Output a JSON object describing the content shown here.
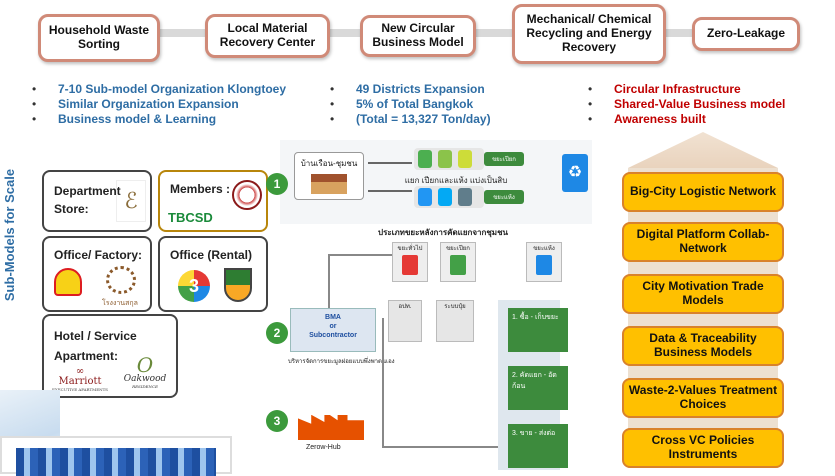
{
  "steps": [
    "Household Waste Sorting",
    "Local Material Recovery Center",
    "New Circular Business Model",
    "Mechanical/ Chemical Recycling and Energy Recovery",
    "Zero-Leakage"
  ],
  "bullets_left": [
    "7-10 Sub-model Organization  Klongtoey",
    "Similar Organization Expansion",
    "Business model & Learning"
  ],
  "bullets_mid": [
    "49 Districts Expansion",
    "5% of Total Bangkok",
    "(Total = 13,327 Ton/day)"
  ],
  "bullets_right": [
    "Circular Infrastructure",
    "Shared-Value Business model",
    "Awareness built"
  ],
  "side_label": "Sub-Models for Scale",
  "models": {
    "department": "Department Store:",
    "members": "Members :",
    "tbcsd": "TBCSD",
    "office_factory": "Office/ Factory:",
    "office_rental": "Office (Rental)",
    "hotel": "Hotel / Service Apartment:",
    "marriott": "Marriott",
    "marriott_sub": "EXECUTIVE APARTMENTS",
    "oakwood": "Oakwood",
    "oakwood_sub": "RESIDENCE",
    "factory_caption": "โรงงานสกุล"
  },
  "flow": {
    "house_label": "บ้านเรือน-ชุมชน",
    "sort_label": "แยก เปียกและแห้ง แบ่งเป็นสิบ",
    "wet_tag": "ขยะเปียก",
    "dry_tag": "ขยะแห้ง",
    "num1": "1",
    "num2": "2",
    "num3": "3",
    "separate_header": "ประเภทขยะหลังการคัดแยกจากชุมชน",
    "bin_labels": [
      "ขยะทั่วไป",
      "ขยะเปียก",
      "ขยะแห้ง"
    ],
    "small_labels": [
      "อปท.",
      "ระบบปุ๋ย"
    ],
    "bma": "BMA",
    "or": "or",
    "subcontractor": "Subcontractor",
    "bma_caption": "บริหารจัดการขยะมูลฝอยแบบพึ่งพาตนเอง",
    "zerow": "Zerow-Hub",
    "side_steps": [
      "1. ซื้อ - เก็บขยะ",
      "2. คัดแยก - อัดก้อน",
      "3. ขาย - ส่งต่อ"
    ]
  },
  "right_boxes": [
    "Big-City Logistic Network",
    "Digital Platform Collab-Network",
    "City Motivation Trade Models",
    "Data & Traceability Business Models",
    "Waste-2-Values Treatment Choices",
    "Cross VC Policies Instruments"
  ],
  "colors": {
    "step_border": "#d08a78",
    "blue": "#2e6da4",
    "red": "#c00000",
    "orange": "#ffc000",
    "green": "#3d8b3d"
  }
}
